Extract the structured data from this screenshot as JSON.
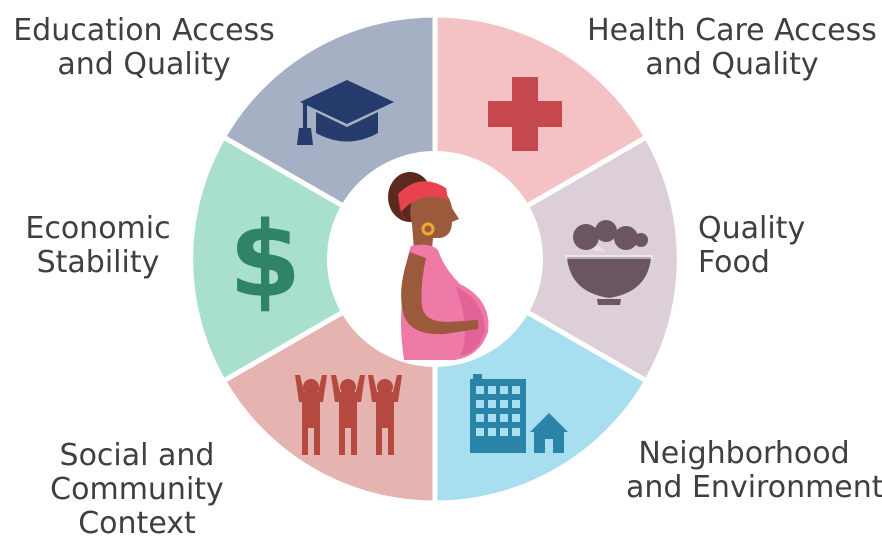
{
  "segments": [
    {
      "key": "education",
      "lines": [
        "Education Access",
        "and Quality"
      ],
      "color": "#a6b0c5",
      "icon": "graduation-cap-icon",
      "icon_color": "#243b6b"
    },
    {
      "key": "health",
      "lines": [
        "Health Care Access",
        "and Quality"
      ],
      "color": "#f4c2c4",
      "icon": "medical-cross-icon",
      "icon_color": "#c5484f"
    },
    {
      "key": "food",
      "lines": [
        "Quality",
        "Food"
      ],
      "color": "#dccfd8",
      "icon": "food-bowl-icon",
      "icon_color": "#6b5560"
    },
    {
      "key": "neighborhood",
      "lines": [
        "Neighborhood",
        "and Environment"
      ],
      "color": "#a7def0",
      "icon": "buildings-house-icon",
      "icon_color": "#2a84a7"
    },
    {
      "key": "social",
      "lines": [
        "Social and",
        "Community",
        "Context"
      ],
      "color": "#e5b4b0",
      "icon": "people-group-icon",
      "icon_color": "#b5483f"
    },
    {
      "key": "economic",
      "lines": [
        "Economic",
        "Stability"
      ],
      "color": "#a8e0cd",
      "icon": "dollar-sign-icon",
      "icon_color": "#2f8465"
    }
  ],
  "center": {
    "icon": "pregnant-woman-icon"
  }
}
